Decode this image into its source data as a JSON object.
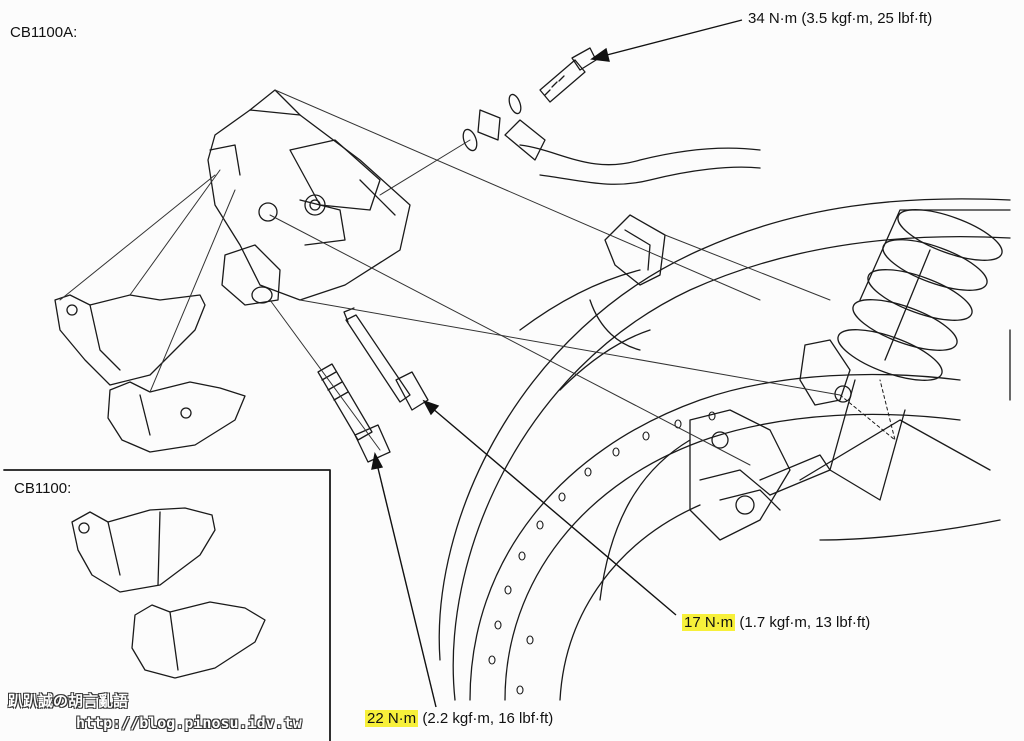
{
  "labels": {
    "model_a": "CB1100A:",
    "model_b": "CB1100:",
    "torque_banjo": "34 N·m (3.5 kgf·m, 25 lbf·ft)",
    "torque_pin_value": "17 N·m",
    "torque_pin_detail": "(1.7 kgf·m, 13 lbf·ft)",
    "torque_bolt_value": "22 N·m",
    "torque_bolt_detail": "(2.2 kgf·m, 16 lbf·ft)"
  },
  "watermark": {
    "title": "趴趴誠の胡言亂語",
    "url": "http://blog.pinosu.idv.tw"
  },
  "colors": {
    "highlight": "#f7f03a",
    "line": "#1a1a1a"
  }
}
